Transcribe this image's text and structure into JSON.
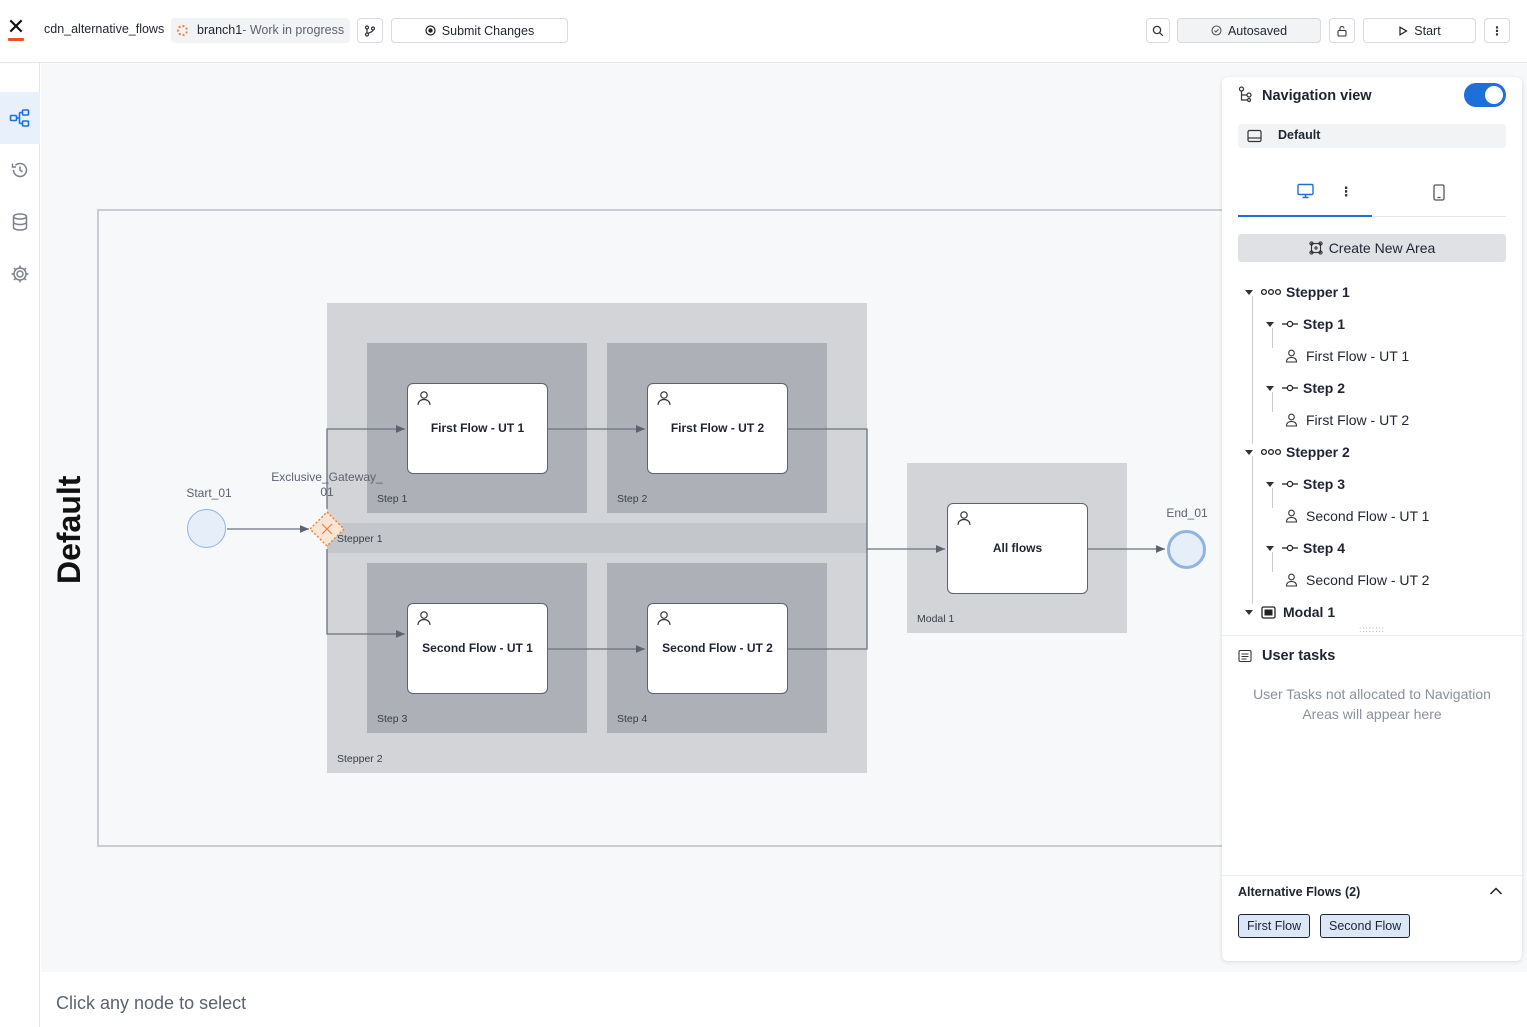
{
  "header": {
    "project_name": "cdn_alternative_flows",
    "branch_name": "branch1",
    "branch_status": "- Work in progress",
    "submit_label": "Submit Changes",
    "autosave_label": "Autosaved",
    "start_label": "Start"
  },
  "canvas": {
    "area_label": "Default",
    "start_label": "Start_01",
    "gateway_label": "Exclusive_Gateway_\n01",
    "end_label": "End_01",
    "stepper1_label": "Stepper 1",
    "stepper2_label": "Stepper 2",
    "step1_label": "Step 1",
    "step2_label": "Step 2",
    "step3_label": "Step 3",
    "step4_label": "Step 4",
    "modal_label": "Modal 1",
    "task1": "First Flow - UT 1",
    "task2": "First Flow - UT 2",
    "task3": "Second Flow - UT 1",
    "task4": "Second Flow - UT 2",
    "task5": "All flows"
  },
  "status": {
    "hint": "Click any node to select"
  },
  "panel": {
    "title": "Navigation view",
    "default_label": "Default",
    "create_label": "Create New Area",
    "tree": [
      {
        "label": "Stepper 1",
        "kind": "stepper"
      },
      {
        "label": "Step 1",
        "kind": "step"
      },
      {
        "label": "First Flow - UT 1",
        "kind": "task"
      },
      {
        "label": "Step 2",
        "kind": "step"
      },
      {
        "label": "First Flow - UT 2",
        "kind": "task"
      },
      {
        "label": "Stepper 2",
        "kind": "stepper"
      },
      {
        "label": "Step 3",
        "kind": "step"
      },
      {
        "label": "Second Flow - UT 1",
        "kind": "task"
      },
      {
        "label": "Step 4",
        "kind": "step"
      },
      {
        "label": "Second Flow - UT 2",
        "kind": "task"
      },
      {
        "label": "Modal 1",
        "kind": "modal"
      }
    ],
    "user_tasks_title": "User tasks",
    "user_tasks_msg": "User Tasks not allocated to Navigation Areas will appear here",
    "alt_flows_title": "Alternative Flows (2)",
    "alt_flows": [
      "First Flow",
      "Second Flow"
    ]
  },
  "colors": {
    "accent": "#1e6fd9",
    "gateway": "#e8853c",
    "stepper_fill": "#d2d4d8",
    "step_fill": "#adb0b6"
  }
}
